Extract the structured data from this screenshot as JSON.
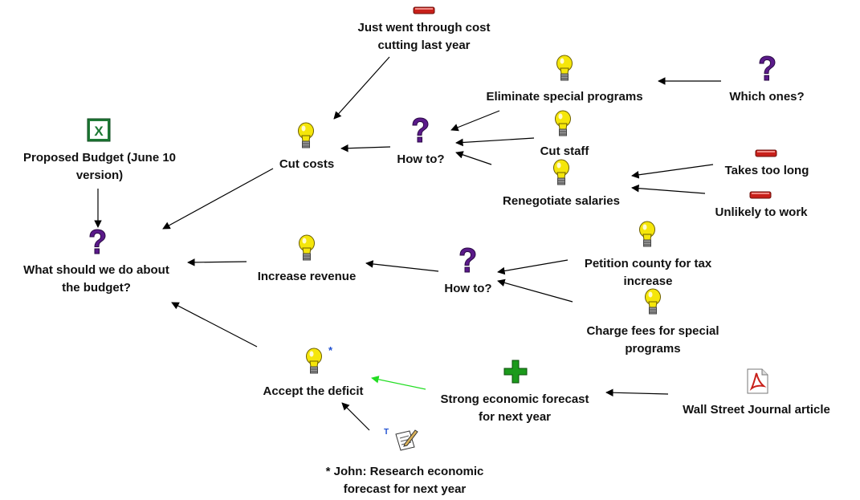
{
  "nodes": {
    "cut_cost_con": {
      "label_lines": [
        "Just went through cost",
        "cutting last year"
      ],
      "icon": "con-minus-icon"
    },
    "cut_costs": {
      "label_lines": [
        "Cut costs"
      ],
      "icon": "idea-bulb-icon"
    },
    "how_to_cut": {
      "label_lines": [
        "How to?"
      ],
      "icon": "question-icon"
    },
    "eliminate_programs": {
      "label_lines": [
        "Eliminate special programs"
      ],
      "icon": "idea-bulb-icon"
    },
    "which_ones": {
      "label_lines": [
        "Which ones?"
      ],
      "icon": "question-icon"
    },
    "cut_staff": {
      "label_lines": [
        "Cut staff"
      ],
      "icon": "idea-bulb-icon"
    },
    "renegotiate": {
      "label_lines": [
        "Renegotiate salaries"
      ],
      "icon": "idea-bulb-icon"
    },
    "takes_too_long": {
      "label_lines": [
        "Takes too long"
      ],
      "icon": "con-minus-icon"
    },
    "unlikely": {
      "label_lines": [
        "Unlikely to work"
      ],
      "icon": "con-minus-icon"
    },
    "proposed_budget": {
      "label_lines": [
        "Proposed Budget (June 10",
        "version)"
      ],
      "icon": "excel-file-icon"
    },
    "central_question": {
      "label_lines": [
        "What should we do about",
        "the budget?"
      ],
      "icon": "question-icon"
    },
    "increase_revenue": {
      "label_lines": [
        "Increase revenue"
      ],
      "icon": "idea-bulb-icon"
    },
    "how_to_revenue": {
      "label_lines": [
        "How to?"
      ],
      "icon": "question-icon"
    },
    "petition_county": {
      "label_lines": [
        "Petition county for tax",
        "increase"
      ],
      "icon": "idea-bulb-icon"
    },
    "charge_fees": {
      "label_lines": [
        "Charge fees for special",
        "programs"
      ],
      "icon": "idea-bulb-icon"
    },
    "accept_deficit": {
      "label_lines": [
        "Accept the deficit"
      ],
      "icon": "idea-bulb-icon",
      "marker": "*"
    },
    "strong_forecast": {
      "label_lines": [
        "Strong economic forecast",
        "for next year"
      ],
      "icon": "pro-plus-icon"
    },
    "wsj_article": {
      "label_lines": [
        "Wall Street Journal article"
      ],
      "icon": "pdf-file-icon"
    },
    "john_note": {
      "label_lines": [
        "* John: Research economic",
        "forecast for next year"
      ],
      "icon": "note-pencil-icon",
      "marker": "T"
    }
  },
  "edges": [
    {
      "from": "cut_cost_con",
      "to": "cut_costs",
      "color": "#000000"
    },
    {
      "from": "how_to_cut",
      "to": "cut_costs",
      "color": "#000000"
    },
    {
      "from": "eliminate_programs",
      "to": "how_to_cut",
      "color": "#000000"
    },
    {
      "from": "which_ones",
      "to": "eliminate_programs",
      "color": "#000000"
    },
    {
      "from": "cut_staff",
      "to": "how_to_cut",
      "color": "#000000"
    },
    {
      "from": "renegotiate",
      "to": "how_to_cut",
      "color": "#000000"
    },
    {
      "from": "takes_too_long",
      "to": "renegotiate",
      "color": "#000000"
    },
    {
      "from": "unlikely",
      "to": "renegotiate",
      "color": "#000000"
    },
    {
      "from": "proposed_budget",
      "to": "central_question",
      "color": "#000000"
    },
    {
      "from": "cut_costs",
      "to": "central_question",
      "color": "#000000"
    },
    {
      "from": "increase_revenue",
      "to": "central_question",
      "color": "#000000"
    },
    {
      "from": "how_to_revenue",
      "to": "increase_revenue",
      "color": "#000000"
    },
    {
      "from": "petition_county",
      "to": "how_to_revenue",
      "color": "#000000"
    },
    {
      "from": "charge_fees",
      "to": "how_to_revenue",
      "color": "#000000"
    },
    {
      "from": "accept_deficit",
      "to": "central_question",
      "color": "#000000"
    },
    {
      "from": "strong_forecast",
      "to": "accept_deficit",
      "color": "#22dd22"
    },
    {
      "from": "wsj_article",
      "to": "strong_forecast",
      "color": "#000000"
    },
    {
      "from": "john_note",
      "to": "accept_deficit",
      "color": "#000000"
    }
  ],
  "colors": {
    "question": "#5b1a8a",
    "bulb": "#f5e60a",
    "con": "#c8201a",
    "pro": "#1c9a1c",
    "excel": "#1e7a35",
    "pdf": "#c8201a",
    "marker": "#1f4fd1"
  }
}
